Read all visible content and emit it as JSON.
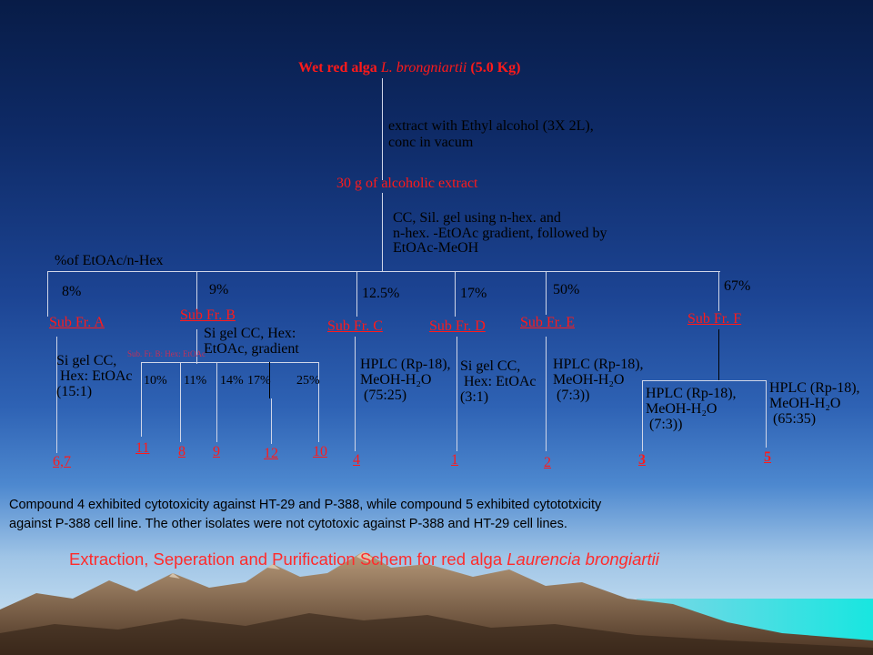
{
  "root": {
    "title_prefix": "Wet red alga ",
    "title_species": "L. brongniartii",
    "title_suffix": " (5.0 Kg)"
  },
  "steps": {
    "extract_1": "extract with Ethyl alcohol (3X 2L),",
    "extract_2": "conc in vacum",
    "alcoholic_extract": "30 g of alcoholic extract",
    "cc_1": "CC, Sil. gel using n-hex. and",
    "cc_2": "n-hex. -EtOAc gradient, followed by",
    "cc_3": "EtOAc-MeOH",
    "eluent_header": "%of EtOAc/n-Hex"
  },
  "fractions": [
    {
      "pct": "8%",
      "label": "Sub Fr.  A",
      "method": "Si gel CC,\n Hex: EtOAc\n(15:1)",
      "compounds": "6,7"
    },
    {
      "pct": "9%",
      "label": "Sub Fr.  B",
      "method": "Si gel CC, Hex:\nEtOAc, gradient",
      "faint": "Sub. Fr. B: Hex: EtOAc"
    },
    {
      "pct": "12.5%",
      "label": "Sub Fr.  C",
      "method": "HPLC (Rp-18),\nMeOH-H₂O\n (75:25)",
      "compounds": "4"
    },
    {
      "pct": "17%",
      "label": "Sub Fr.  D",
      "method": "Si gel CC,\n Hex: EtOAc\n(3:1)",
      "compounds": "1"
    },
    {
      "pct": "50%",
      "label": "Sub Fr.  E",
      "method": "HPLC (Rp-18),\nMeOH-H₂O\n (7:3))",
      "compounds": "2"
    },
    {
      "pct": "67%",
      "label": "Sub Fr.  F"
    }
  ],
  "sub_b_gradient": [
    {
      "pct": "10%",
      "compound": "11"
    },
    {
      "pct": "11%",
      "compound": "8"
    },
    {
      "pct": "14%",
      "compound": "9"
    },
    {
      "pct": "17%",
      "compound": "12"
    },
    {
      "pct": "25%",
      "compound": "10"
    }
  ],
  "sub_f_branches": [
    {
      "method": "HPLC (Rp-18),\nMeOH-H₂O\n (7:3))",
      "compound": "3"
    },
    {
      "method": "HPLC (Rp-18),\nMeOH-H₂O\n (65:35)",
      "compound": "5"
    }
  ],
  "caption": {
    "line1": "Compound 4 exhibited cytotoxicity against HT-29 and P-388, while compound 5 exhibited cytototxicity",
    "line2": "against P-388 cell line. The other isolates were not cytotoxic against P-388 and HT-29 cell lines.",
    "title_prefix": "Extraction, Seperation and Purification Schem for red alga ",
    "title_species": "Laurencia brongiartii"
  },
  "colors": {
    "label_red": "#ff1a1a",
    "caption_red": "#ff2b2b",
    "line": "#d0d6e8",
    "background_top": "#081c47",
    "background_bottom": "#d8ecf6"
  }
}
